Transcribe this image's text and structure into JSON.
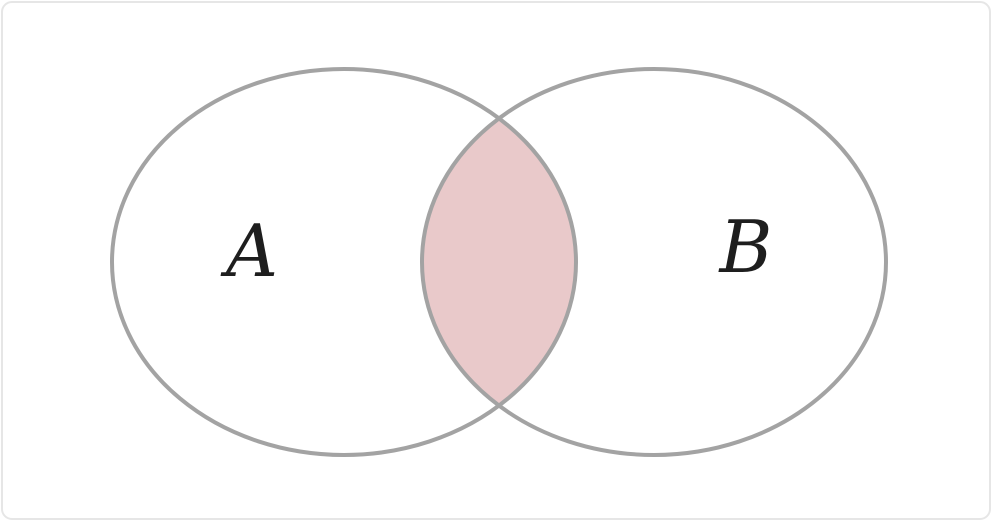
{
  "diagram": {
    "type": "venn",
    "sets": [
      {
        "id": "A",
        "label": "A"
      },
      {
        "id": "B",
        "label": "B"
      }
    ],
    "highlighted_region": "A ∩ B",
    "colors": {
      "outline": "#a3a3a3",
      "intersection_fill": "#e9c9ca",
      "frame": "#e6e6e6",
      "label": "#1e1e1e"
    }
  }
}
